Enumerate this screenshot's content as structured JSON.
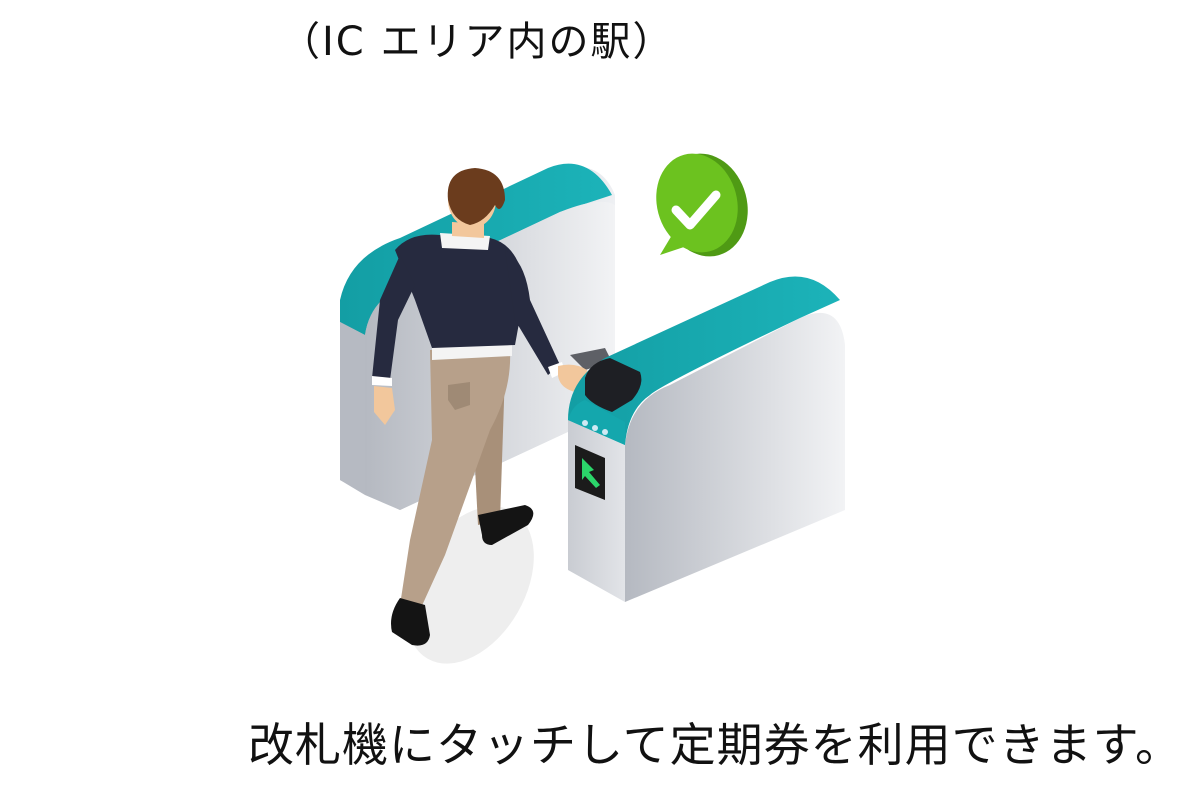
{
  "captions": {
    "top": "（IC エリア内の駅）",
    "bottom": "改札機にタッチして定期券を利用できます。"
  },
  "illustration": {
    "subject": "person touching IC card to ticket gate",
    "elements": [
      "ticket-gate-back",
      "ticket-gate-front",
      "person",
      "card-reader",
      "direction-arrow-display",
      "check-speech-bubble"
    ],
    "status_icon": "check-icon",
    "colors": {
      "gate_top": "#1aaeb4",
      "gate_body_light": "#e6e9ee",
      "gate_body_dark": "#a9adb6",
      "check_bubble": "#6cc21f",
      "check_bubble_dark": "#4f9a14",
      "sweater": "#262a3f",
      "pants": "#b7a08a",
      "hair": "#6b3c1d",
      "skin": "#f2c79c",
      "shoes": "#141414",
      "arrow_display": "#2bd66a",
      "shadow": "#efefef"
    }
  }
}
